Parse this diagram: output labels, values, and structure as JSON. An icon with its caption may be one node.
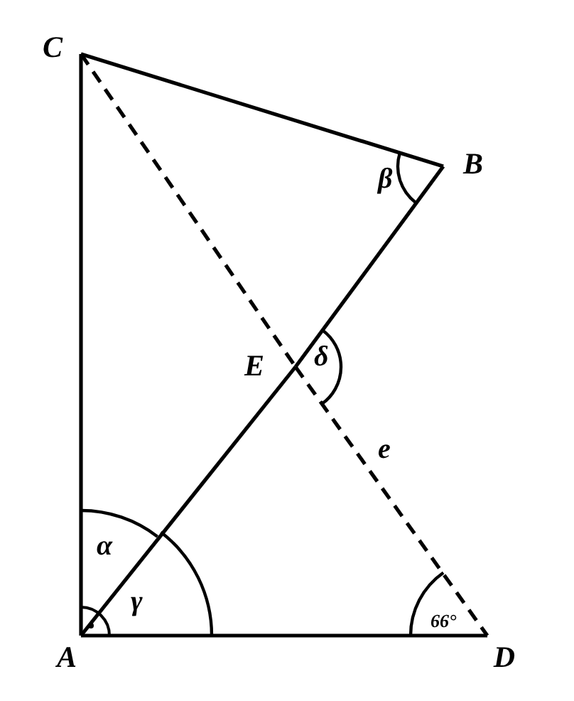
{
  "diagram": {
    "nodes": [
      {
        "text": [
          "C"
        ]
      },
      {
        "text": [
          "B"
        ]
      },
      {
        "text": [
          "E"
        ]
      },
      {
        "text": [
          "A"
        ]
      },
      {
        "text": [
          "D"
        ]
      }
    ],
    "edges": [
      {
        "from": 0,
        "to": 1,
        "arrow": "none"
      },
      {
        "from": 0,
        "to": 3,
        "arrow": "none"
      },
      {
        "from": 3,
        "to": 4,
        "arrow": "none"
      },
      {
        "from": 3,
        "to": 2,
        "arrow": "none"
      },
      {
        "from": 2,
        "to": 1,
        "arrow": "none"
      },
      {
        "from": 0,
        "to": 2,
        "arrow": "none",
        "style": "dashed"
      },
      {
        "from": 2,
        "to": 4,
        "arrow": "none",
        "style": "dashed"
      }
    ],
    "labels": [
      "β",
      "δ",
      "e",
      "α",
      "γ",
      "66°"
    ]
  }
}
